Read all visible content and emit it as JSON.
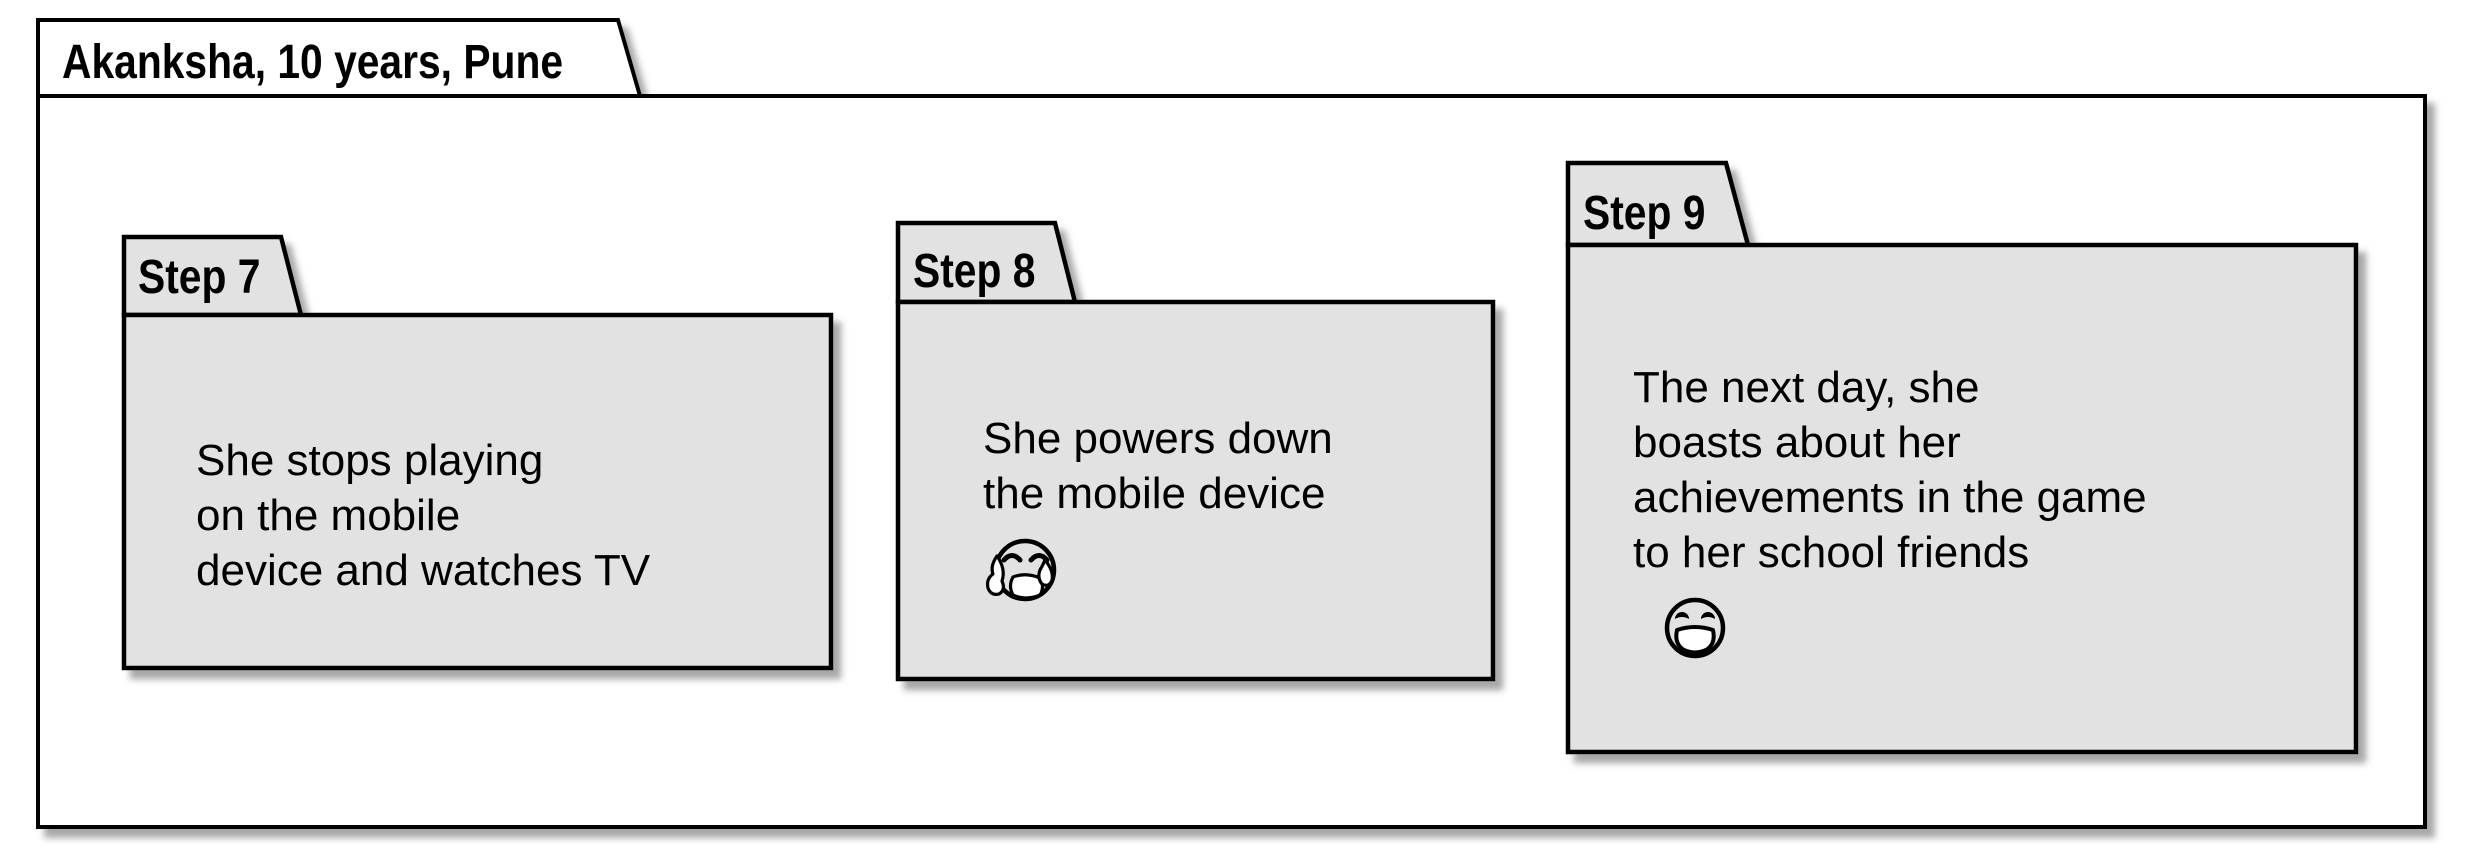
{
  "frame": {
    "title": "Akanksha, 10 years, Pune"
  },
  "steps": [
    {
      "label": "Step 7",
      "lines": [
        "She stops playing",
        "on the mobile",
        "device and watches TV"
      ],
      "emoji": "none"
    },
    {
      "label": "Step 8",
      "lines": [
        "She powers down",
        "the mobile device"
      ],
      "emoji": "loudly-crying-face"
    },
    {
      "label": "Step 9",
      "lines": [
        "The next day, she",
        "boasts about her",
        "achievements in the game",
        "to her school friends"
      ],
      "emoji": "grinning-face-with-smiling-eyes"
    }
  ],
  "colors": {
    "background": "#ffffff",
    "frame_fill": "#ffffff",
    "folder_fill": "#e2e2e2",
    "border": "#000000",
    "text": "#000000",
    "shadow": "#6e6e6e"
  }
}
